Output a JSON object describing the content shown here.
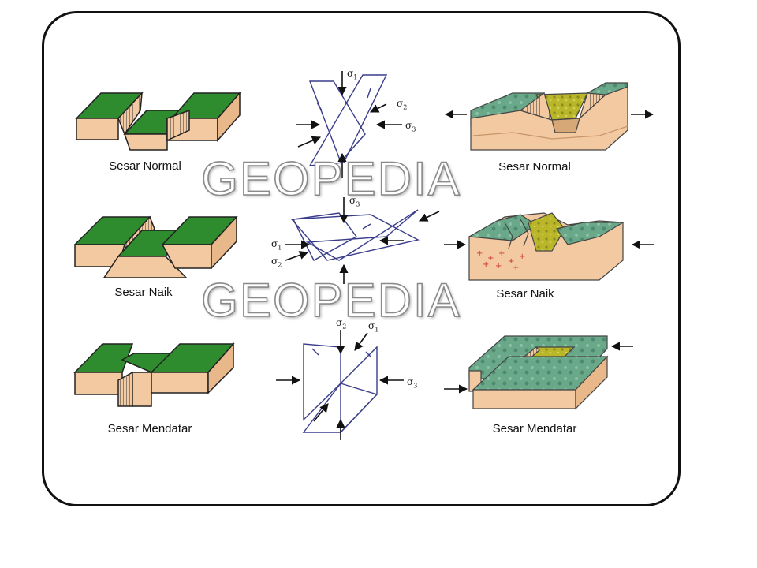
{
  "watermark": {
    "text": "GEOPEDIA",
    "copies": 2
  },
  "rows": [
    {
      "id": "normal",
      "left_label": "Sesar Normal",
      "right_label": "Sesar Normal"
    },
    {
      "id": "naik",
      "left_label": "Sesar Naik",
      "right_label": "Sesar Naik"
    },
    {
      "id": "mendatar",
      "left_label": "Sesar Mendatar",
      "right_label": "Sesar Mendatar"
    }
  ],
  "stress": {
    "symbol": "σ",
    "row1": [
      "1",
      "2",
      "3"
    ],
    "row2": [
      "3",
      "1",
      "2"
    ],
    "row3": [
      "2",
      "1",
      "3"
    ]
  },
  "colors": {
    "surface_green": "#2e8b2e",
    "side_tan": "#f2c9a0",
    "landscape_green": "#6aa88a",
    "ore_yellow": "#b9b62a",
    "diagram_line": "#3a3d8c",
    "frame": "#111111"
  },
  "icons": [
    "arrow-icon",
    "fault-block-icon",
    "stress-diagram-icon"
  ]
}
